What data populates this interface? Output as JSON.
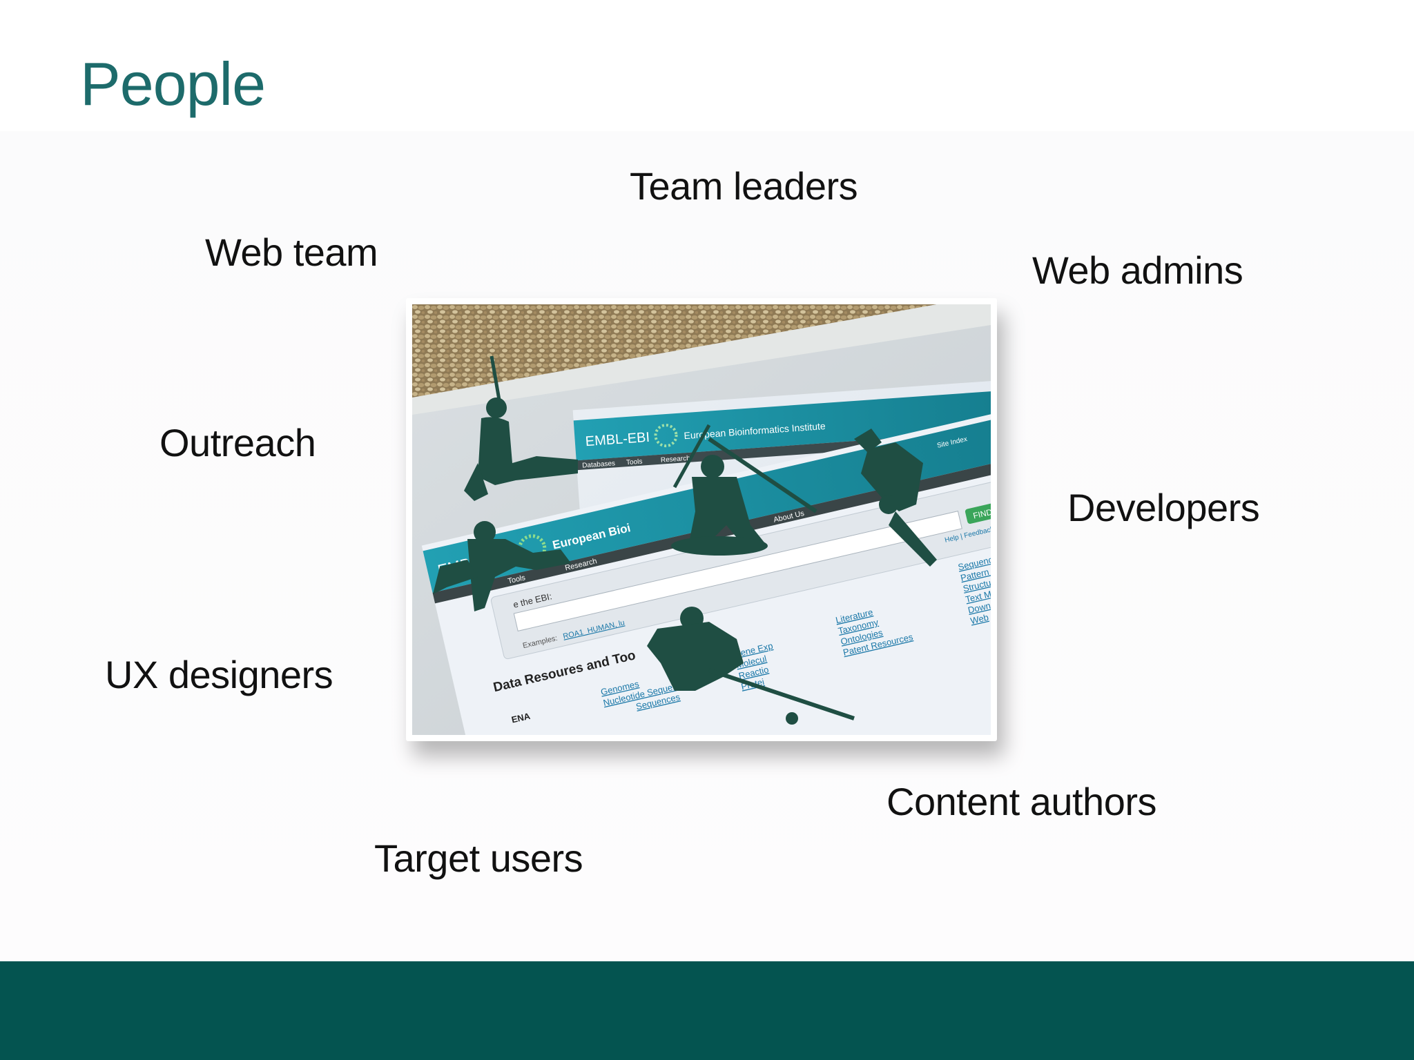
{
  "slide": {
    "title": "People",
    "roles": {
      "team_leaders": "Team leaders",
      "web_team": "Web team",
      "web_admins": "Web admins",
      "outreach": "Outreach",
      "developers": "Developers",
      "ux_designers": "UX designers",
      "content_authors": "Content authors",
      "target_users": "Target users"
    }
  },
  "photo": {
    "subject": "green toy soldiers on printed EMBL-EBI web pages",
    "banner_logo": "EMBL-EBI",
    "banner_title": "European Bioinformatics Institute",
    "banner_title_front": "European Bioi",
    "nav_items_back": [
      "Databases",
      "Tools",
      "Research"
    ],
    "nav_items_front": [
      "Tools",
      "Research"
    ],
    "nav_about": "About Us",
    "site_index": "Site Index",
    "search_prompt": "e the EBI:",
    "find_button": "FIND",
    "help_links": "Help | Feedback",
    "examples_label": "Examples:",
    "examples_link": "ROA1_HUMAN, lu",
    "section_heading": "Data Resoures and Too",
    "col1": [
      "ENA"
    ],
    "col2": [
      "Genomes",
      "Nucleotide Sequences",
      "Sequences"
    ],
    "col3": [
      "Gene Exp",
      "Molecul",
      "Reactio",
      "Protei"
    ],
    "col4": [
      "Literature",
      "Taxonomy",
      "Ontologies",
      "Patent Resources"
    ],
    "col5": [
      "Sequence S",
      "Pattern & M",
      "Structure",
      "Text Min",
      "Down",
      "Web"
    ]
  },
  "colors": {
    "title": "#1d6b6b",
    "footer": "#045450",
    "banner": "#1a8ea0",
    "soldier": "#1d4c40"
  }
}
